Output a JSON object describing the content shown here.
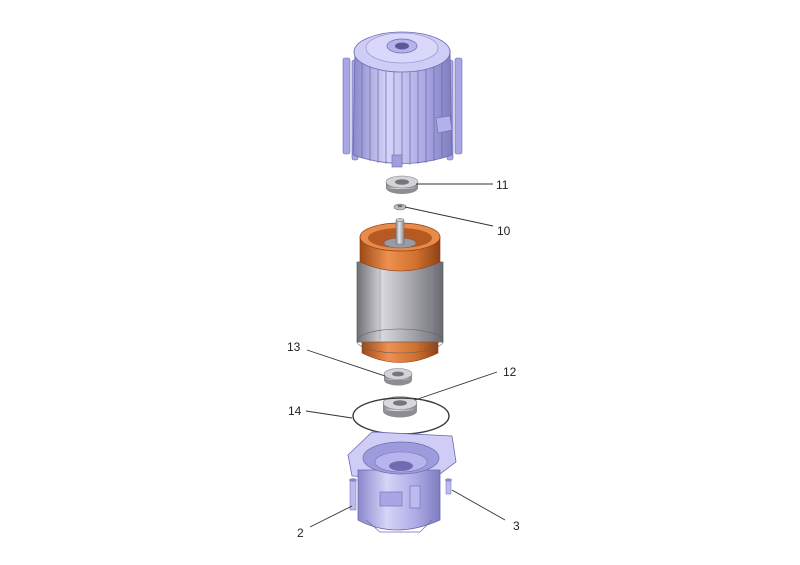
{
  "callouts": {
    "c11": "11",
    "c10": "10",
    "c13": "13",
    "c12": "12",
    "c14": "14",
    "c2": "2",
    "c3": "3"
  },
  "colors": {
    "housing": "#b9b6ee",
    "housing_dark": "#8784c8",
    "housing_light": "#dcdaf8",
    "stator": "#a8a8ae",
    "stator_dark": "#7f7f86",
    "winding": "#d0712f",
    "winding_dark": "#9a4a18",
    "bearing": "#c4c4c8",
    "leader": "#333333"
  }
}
